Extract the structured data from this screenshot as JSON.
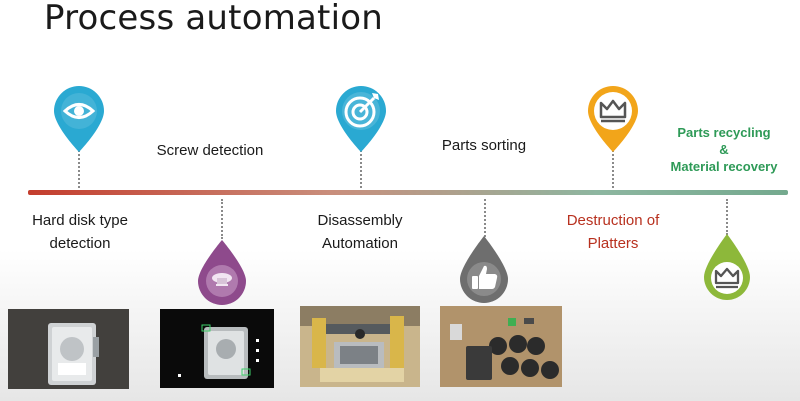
{
  "title": "Process automation",
  "steps": [
    {
      "label_line1": "Hard disk type",
      "label_line2": "detection",
      "icon": "eye-icon",
      "color": "#2aa9d2"
    },
    {
      "label_line1": "Screw detection",
      "icon": "screw-icon",
      "color": "#8e4a8c"
    },
    {
      "label_line1": "Disassembly",
      "label_line2": "Automation",
      "icon": "target-icon",
      "color": "#2aa9d2"
    },
    {
      "label_line1": "Parts sorting",
      "icon": "thumbs-up-icon",
      "color": "#6e6e6e"
    },
    {
      "label_line1": "Destruction of",
      "label_line2": "Platters",
      "icon": "crown-icon",
      "color": "#f2a51a",
      "text_color": "#b8311f"
    },
    {
      "label_line1": "Parts recycling",
      "label_line2": "&",
      "label_line3": "Material recovery",
      "icon": "crown-icon",
      "color": "#8db83a",
      "text_color": "#2e9a57"
    }
  ],
  "colors": {
    "timeline_start": "#c43d2d",
    "timeline_end": "#74a98e"
  }
}
